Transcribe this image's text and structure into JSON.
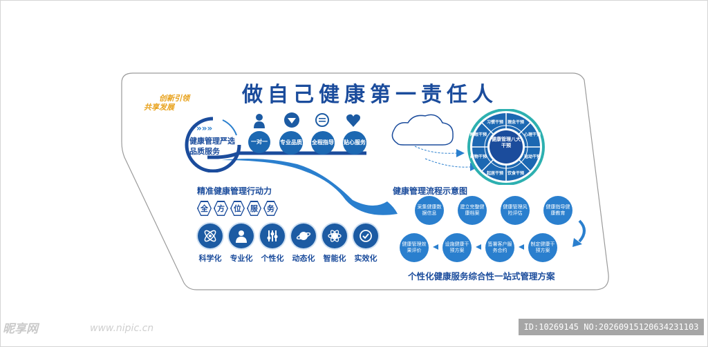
{
  "title": "做自己健康第一责任人",
  "slogan": {
    "line1": "创新引领",
    "line2": "共享发展"
  },
  "premium_service": {
    "line1": "健康管理严选",
    "line2": "品质服务"
  },
  "badges": [
    {
      "label": "一对一",
      "icon": "user-icon"
    },
    {
      "label": "专业品质",
      "icon": "diamond-icon"
    },
    {
      "label": "全程指导",
      "icon": "chat-icon"
    },
    {
      "label": "贴心服务",
      "icon": "heart-icon"
    }
  ],
  "wheel": {
    "center": "健康管理八大干预",
    "segments": [
      "习惯干预",
      "理念干预",
      "心理干预",
      "运动干预",
      "饮食干预",
      "起居干预",
      "药物干预",
      "睡眠干预"
    ]
  },
  "motivation_heading": "精准健康管理行动力",
  "all_round": [
    "全",
    "方",
    "位",
    "服",
    "务"
  ],
  "features": [
    {
      "label": "科学化",
      "icon": "atom-icon"
    },
    {
      "label": "专业化",
      "icon": "doctor-icon"
    },
    {
      "label": "个性化",
      "icon": "slider-icon"
    },
    {
      "label": "动态化",
      "icon": "planet-icon"
    },
    {
      "label": "智能化",
      "icon": "brain-icon"
    },
    {
      "label": "实效化",
      "icon": "check-icon"
    }
  ],
  "flow_heading": "健康管理流程示意图",
  "flow_row1": [
    "采集健康数据信息",
    "建立完整健康档案",
    "健康管理风险评估",
    "健康指导健康教育"
  ],
  "flow_row2": [
    "健康管理效果评价",
    "设施健康干预方案",
    "签署客户服务合约",
    "制定健康干预方案"
  ],
  "bottom_tagline": "个性化健康服务综合性一站式管理方案",
  "watermark": {
    "brand": "昵享网",
    "url": "www.nipic.cn",
    "id": "ID:10269145 NO:20260915120634231103"
  },
  "colors": {
    "primary": "#1b4c9c",
    "accent": "#2a7fce",
    "gold": "#e8a21d"
  }
}
